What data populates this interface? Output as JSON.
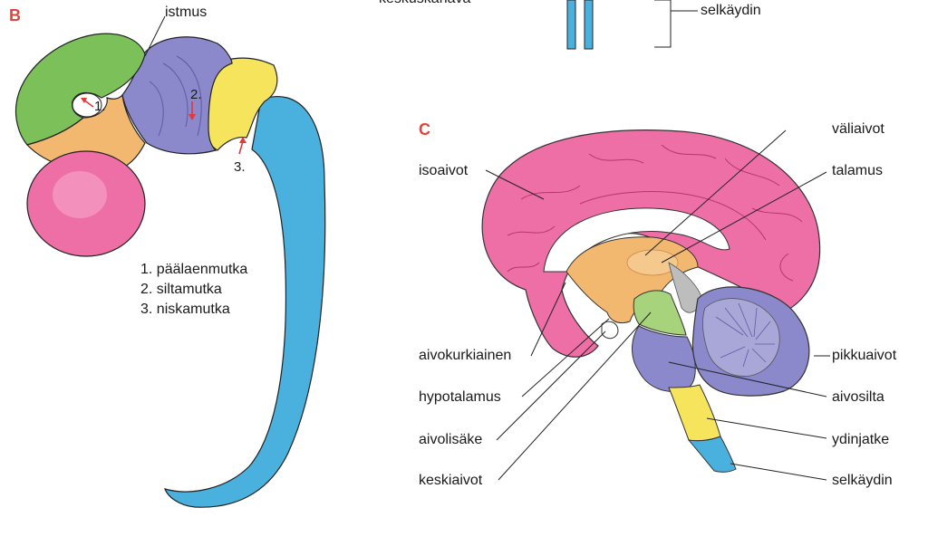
{
  "colors": {
    "panel_letter": "#e2433a",
    "arrow": "#e03a3a",
    "green": "#7cc05a",
    "purple": "#8b88cc",
    "yellow": "#f6e45c",
    "orange": "#f3b870",
    "pink": "#ee6fa6",
    "blue": "#4ab1de"
  },
  "panel_b": {
    "letter": "B",
    "istmus_label": "istmus",
    "markers": [
      "1.",
      "2.",
      "3."
    ],
    "legend": [
      "1. päälaenmutka",
      "2. siltamutka",
      "3. niskamutka"
    ]
  },
  "panel_top": {
    "cut_label": "keskuskanava",
    "spinal_label": "selkäydin"
  },
  "panel_c": {
    "letter": "C",
    "labels": {
      "valiaivot": "väliaivot",
      "talamus": "talamus",
      "isoaivot": "isoaivot",
      "aivokurkiainen": "aivokurkiainen",
      "hypotalamus": "hypotalamus",
      "aivolisake": "aivolisäke",
      "keskiaivot": "keskiaivot",
      "pikkuaivot": "pikkuaivot",
      "aivosilta": "aivosilta",
      "ydinjatke": "ydinjatke",
      "selkaydin": "selkäydin"
    }
  }
}
